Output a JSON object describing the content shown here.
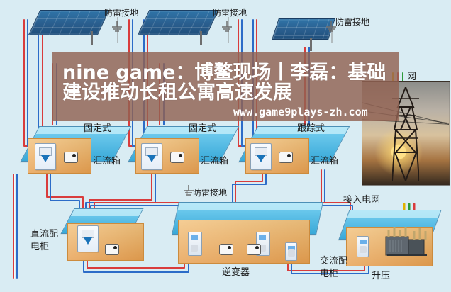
{
  "labels": {
    "lightning_1": "防雷接地",
    "lightning_2": "防雷接地",
    "lightning_3": "防雷接地",
    "lightning_4": "防雷接地",
    "grid_top": "网",
    "fixed_1": "固定式",
    "fixed_2": "固定式",
    "tracking": "跟踪式",
    "combiner_1": "汇流箱",
    "combiner_2": "汇流箱",
    "combiner_3": "汇流箱",
    "grid_access": "接入电网",
    "dc_cabinet": "直流配\n电柜",
    "inverter": "逆变器",
    "ac_cabinet": "交流配\n电柜",
    "booster": "升压"
  },
  "overlay": {
    "title": "nine game：博鳌现场丨李磊：基础建设推动长租公寓高速发展",
    "url": "www.game9plays-zh.com"
  }
}
